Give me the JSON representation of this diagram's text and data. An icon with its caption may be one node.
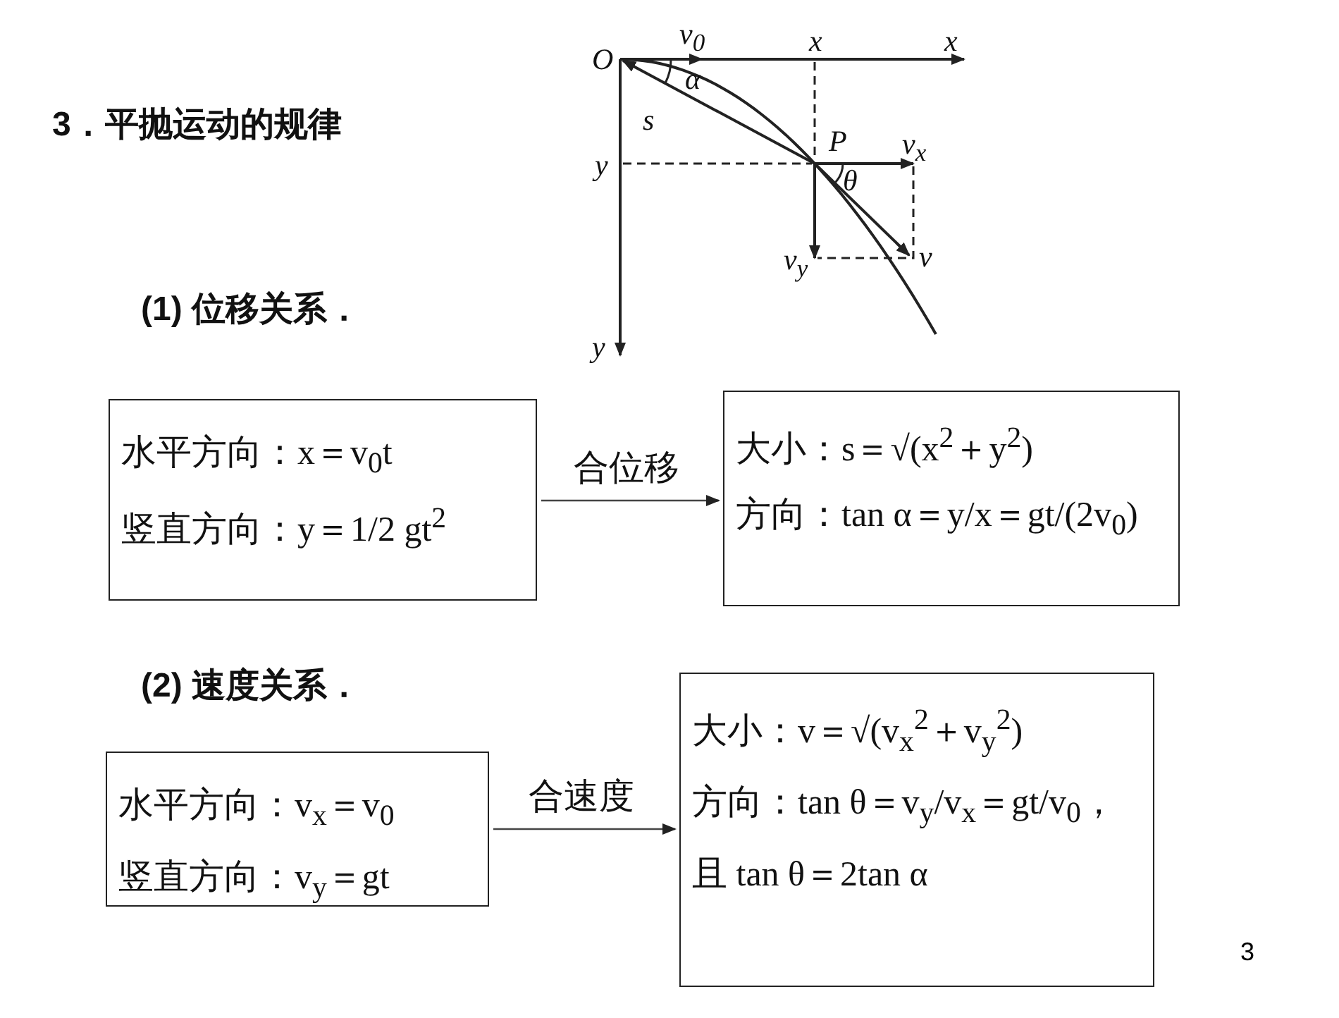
{
  "diagram": {
    "title": "3．平抛运动的规律",
    "nodes": [
      {
        "text": [
          "水平方向：x＝v$_{0}$t",
          "竖直方向：y＝1/2 gt$^{2}$"
        ]
      },
      {
        "text": [
          "大小：s＝√(x$^{2}$＋y$^{2}$)",
          "方向：tan α＝y/x＝gt/(2v$_{0}$)"
        ]
      },
      {
        "text": [
          "水平方向：v$_{x}$＝v$_{0}$",
          "竖直方向：v$_{y}$＝gt"
        ]
      },
      {
        "text": [
          "大小：v＝√(v$_{x}$$^{2}$＋v$_{y}$$^{2}$)",
          "方向：tan θ＝v$_{y}$/v$_{x}$＝gt/v$_{0}$，",
          "且 tan θ＝2tan α"
        ]
      }
    ],
    "edges": [
      {
        "from": 0,
        "to": 1,
        "arrow": "to",
        "label": "合位移"
      },
      {
        "from": 2,
        "to": 3,
        "arrow": "to",
        "label": "合速度"
      }
    ],
    "labels": [
      "O",
      "v$_{0}$",
      "x",
      "x",
      "α",
      "s",
      "P",
      "v$_{x}$",
      "y",
      "θ",
      "v$_{y}$",
      "v",
      "y",
      "(1) 位移关系．",
      "(2) 速度关系．",
      "3"
    ]
  }
}
